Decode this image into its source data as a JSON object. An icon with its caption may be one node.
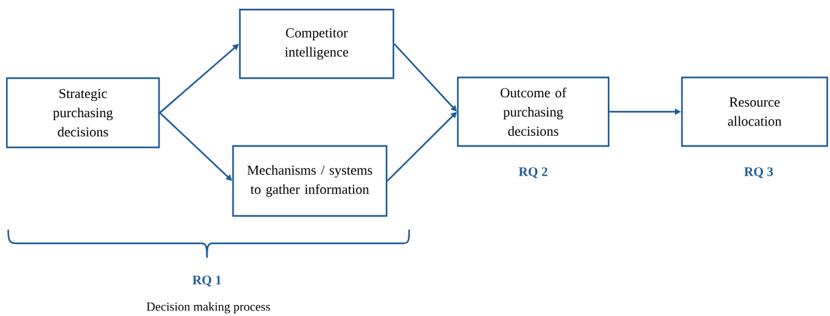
{
  "diagram": {
    "nodes": [
      {
        "text": [
          "Strategic purchasing decisions"
        ]
      },
      {
        "text": [
          "Competitor intelligence"
        ]
      },
      {
        "text": [
          "Mechanisms / systems to gather information"
        ]
      },
      {
        "text": [
          "Outcome of purchasing decisions"
        ]
      },
      {
        "text": [
          "Resource allocation"
        ]
      }
    ],
    "edges": [
      {
        "from": 0,
        "to": 1,
        "arrow": "to"
      },
      {
        "from": 0,
        "to": 2,
        "arrow": "to"
      },
      {
        "from": 1,
        "to": 3,
        "arrow": "to"
      },
      {
        "from": 2,
        "to": 3,
        "arrow": "to"
      },
      {
        "from": 3,
        "to": 4,
        "arrow": "to"
      }
    ],
    "labels": [
      "RQ 2",
      "RQ 3",
      "RQ 1",
      "Decision making process"
    ]
  }
}
